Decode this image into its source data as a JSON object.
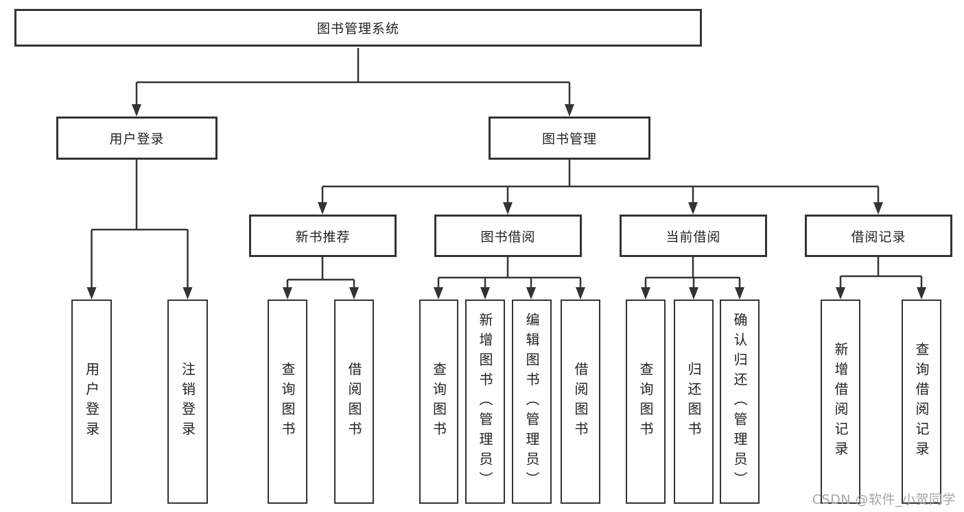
{
  "watermark": {
    "text": "CSDN @软件_小贺同学"
  },
  "colors": {
    "line": "#333333",
    "box_border": "#333333",
    "text": "#222222",
    "watermark": "#a6a6a6",
    "background": "#ffffff"
  },
  "tree": {
    "label": "图书管理系统",
    "children": [
      {
        "label": "用户登录",
        "children": [
          {
            "label": "用户登录"
          },
          {
            "label": "注销登录"
          }
        ]
      },
      {
        "label": "图书管理",
        "children": [
          {
            "label": "新书推荐",
            "children": [
              {
                "label": "查询图书"
              },
              {
                "label": "借阅图书"
              }
            ]
          },
          {
            "label": "图书借阅",
            "children": [
              {
                "label": "查询图书"
              },
              {
                "label": "新增图书（管理员）"
              },
              {
                "label": "编辑图书（管理员）"
              },
              {
                "label": "借阅图书"
              }
            ]
          },
          {
            "label": "当前借阅",
            "children": [
              {
                "label": "查询图书"
              },
              {
                "label": "归还图书"
              },
              {
                "label": "确认归还（管理员）"
              }
            ]
          },
          {
            "label": "借阅记录",
            "children": [
              {
                "label": "新增借阅记录"
              },
              {
                "label": "查询借阅记录"
              }
            ]
          }
        ]
      }
    ]
  }
}
